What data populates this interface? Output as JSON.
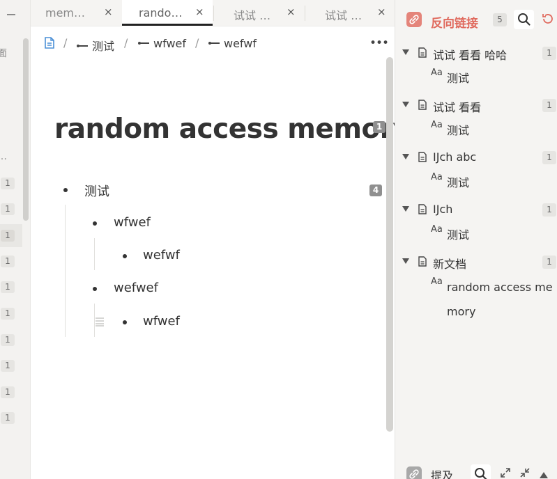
{
  "left_strip": {
    "partial_texts": [
      "面",
      "…"
    ],
    "badges": [
      "1",
      "1",
      "1",
      "1",
      "1",
      "1",
      "1",
      "1",
      "1",
      "1"
    ]
  },
  "tabs": [
    {
      "label": "mem…",
      "close": "×"
    },
    {
      "label": "rando…",
      "close": "×"
    },
    {
      "label": "试试 …",
      "close": "×"
    },
    {
      "label": "试试 …",
      "close": "×"
    }
  ],
  "breadcrumb": {
    "separator": "/",
    "items": [
      "测试",
      "wfwef",
      "wefwf"
    ],
    "more": "•••"
  },
  "document": {
    "title": "random access memory",
    "title_ref_count": "1",
    "blocks": [
      {
        "text": "测试",
        "ref_count": "4"
      },
      {
        "text": "wfwef"
      },
      {
        "text": "wefwf"
      },
      {
        "text": "wefwef"
      },
      {
        "text": "wfwef"
      }
    ]
  },
  "backlinks": {
    "title": "反向链接",
    "count": "5",
    "docs": [
      {
        "title": "试试 看看 哈哈",
        "count": "1",
        "ref": "测试"
      },
      {
        "title": "试试 看看",
        "count": "1",
        "ref": "测试"
      },
      {
        "title": "IJch abc",
        "count": "1",
        "ref": "测试"
      },
      {
        "title": "IJch",
        "count": "1",
        "ref": "测试"
      },
      {
        "title": "新文档",
        "count": "1",
        "ref": "random access memory"
      }
    ],
    "aa_label": "Aa"
  },
  "mentions": {
    "label": "提及"
  },
  "colors": {
    "accent": "#e06a5e",
    "badge_dark": "#8f8f8f"
  }
}
